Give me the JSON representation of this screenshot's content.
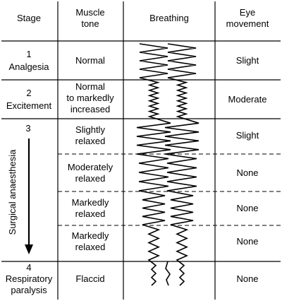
{
  "headers": {
    "stage": "Stage",
    "muscle_tone": [
      "Muscle",
      "tone"
    ],
    "breathing": "Breathing",
    "eye_movement": [
      "Eye",
      "movement"
    ]
  },
  "stages": [
    {
      "number": "1",
      "name": [
        "Analgesia"
      ],
      "muscle_tone": [
        "Normal"
      ],
      "eye_movement": "Slight"
    },
    {
      "number": "2",
      "name": [
        "Excitement"
      ],
      "muscle_tone": [
        "Normal",
        "to markedly",
        "increased"
      ],
      "eye_movement": "Moderate"
    },
    {
      "number": "3",
      "name": [],
      "muscle_tone": [
        "Slightly",
        "relaxed"
      ],
      "eye_movement": "Slight"
    },
    {
      "number": "",
      "name": [],
      "muscle_tone": [
        "Moderately",
        "relaxed"
      ],
      "eye_movement": "None"
    },
    {
      "number": "",
      "name": [],
      "muscle_tone": [
        "Markedly",
        "relaxed"
      ],
      "eye_movement": "None"
    },
    {
      "number": "",
      "name": [],
      "muscle_tone": [
        "Markedly",
        "relaxed"
      ],
      "eye_movement": "None"
    },
    {
      "number": "4",
      "name": [
        "Respiratory",
        "paralysis"
      ],
      "muscle_tone": [
        "Flaccid"
      ],
      "eye_movement": "None"
    }
  ],
  "stage3_vertical_label": "Surgical anaesthesia",
  "colors": {
    "line": "#000000",
    "background": "#ffffff"
  }
}
